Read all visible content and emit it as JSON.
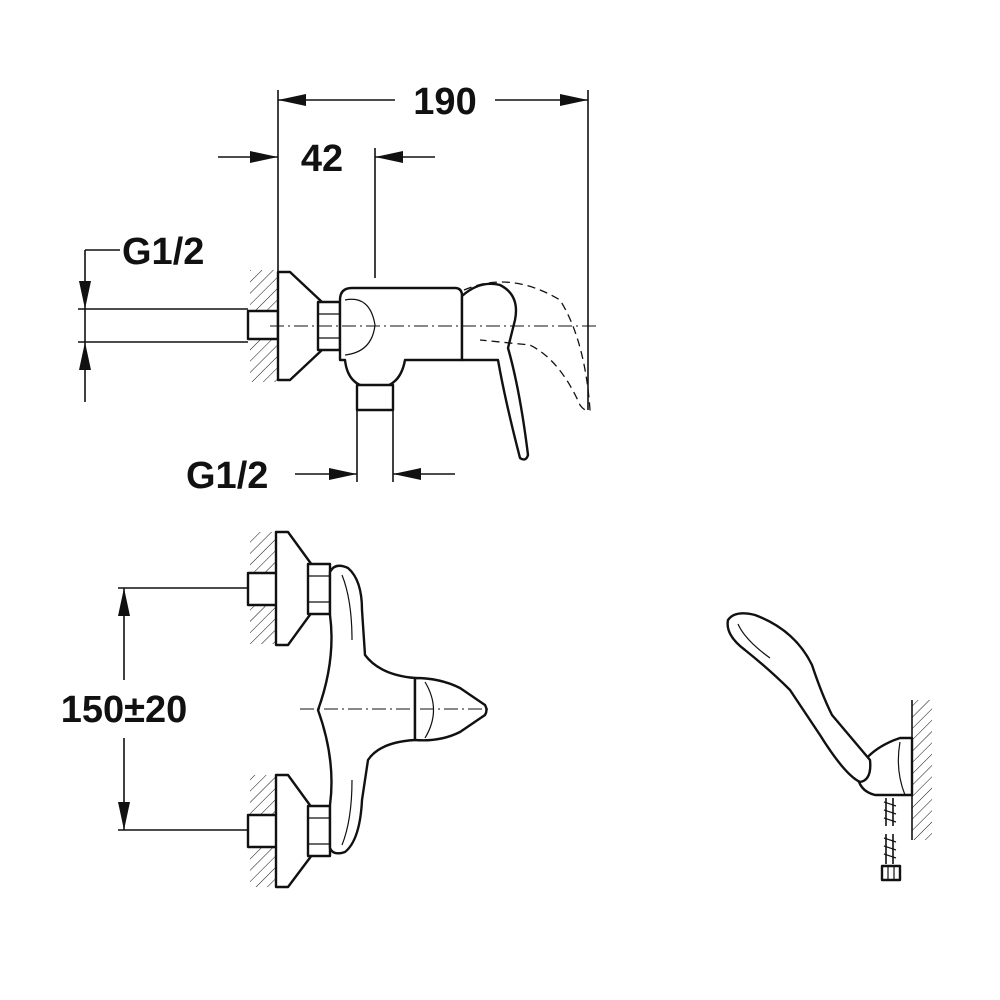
{
  "dimensions": {
    "overall_width": "190",
    "outlet_offset": "42",
    "inlet_thread": "G1/2",
    "outlet_thread": "G1/2",
    "inlet_spacing": "150±20"
  },
  "colors": {
    "line": "#111111",
    "background": "#ffffff"
  }
}
